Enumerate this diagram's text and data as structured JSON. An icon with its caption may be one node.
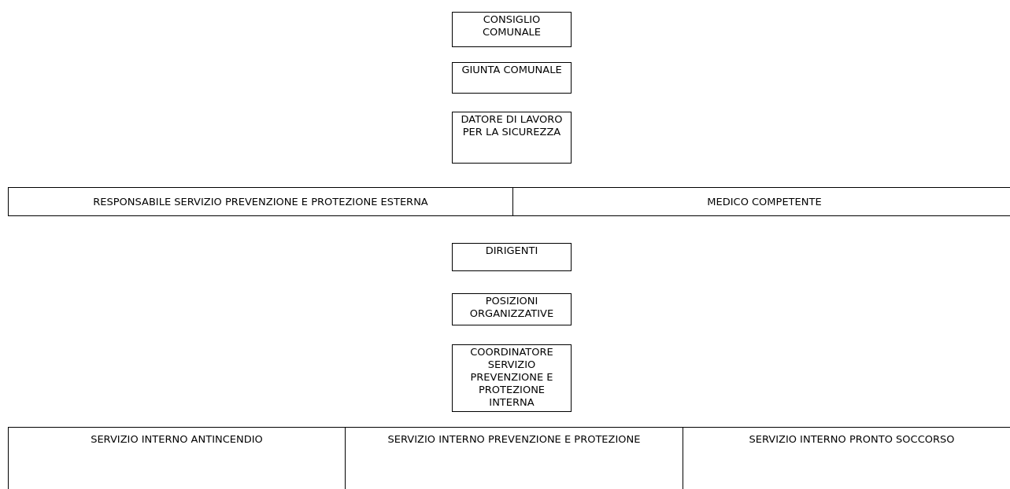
{
  "diagram": {
    "nodes": [
      {
        "text": [
          "CONSIGLIO COMUNALE"
        ]
      },
      {
        "text": [
          "GIUNTA COMUNALE"
        ]
      },
      {
        "text": [
          "DATORE DI LAVORO PER LA SICUREZZA"
        ]
      },
      {
        "text": [
          "RESPONSABILE SERVIZIO PREVENZIONE E PROTEZIONE ESTERNA"
        ]
      },
      {
        "text": [
          "MEDICO COMPETENTE"
        ]
      },
      {
        "text": [
          "DIRIGENTI"
        ]
      },
      {
        "text": [
          "POSIZIONI ORGANIZZATIVE"
        ]
      },
      {
        "text": [
          "COORDINATORE SERVIZIO PREVENZIONE E PROTEZIONE INTERNA"
        ]
      },
      {
        "text": [
          "SERVIZIO INTERNO ANTINCENDIO"
        ]
      },
      {
        "text": [
          "SERVIZIO INTERNO PREVENZIONE E PROTEZIONE"
        ]
      },
      {
        "text": [
          "SERVIZIO INTERNO PRONTO SOCCORSO"
        ]
      }
    ]
  }
}
